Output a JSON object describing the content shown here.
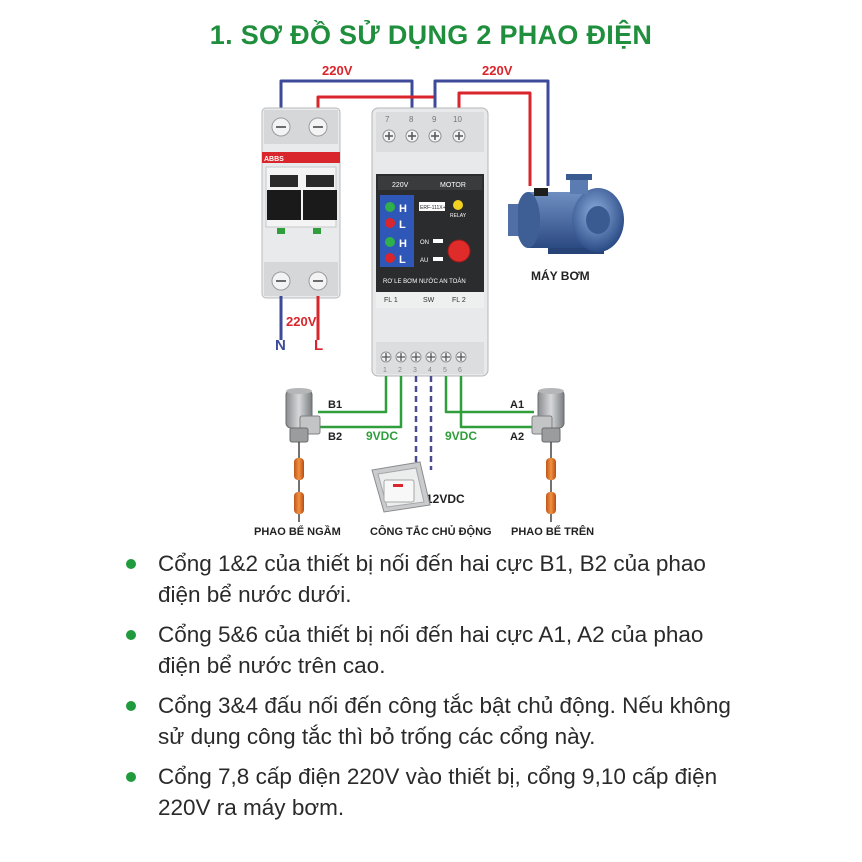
{
  "title": "1. SƠ ĐỒ SỬ DỤNG 2 PHAO ĐIỆN",
  "voltage": {
    "top_left": "220V",
    "top_right": "220V",
    "breaker_bottom": "220V",
    "left_low": "9VDC",
    "right_low": "9VDC",
    "switch": "12VDC"
  },
  "breaker": {
    "brand": "ABBS",
    "neutral": "N",
    "line": "L"
  },
  "relay": {
    "top_terminals": [
      "7",
      "8",
      "9",
      "10"
    ],
    "bottom_terminals": [
      "1",
      "2",
      "3",
      "4",
      "5",
      "6"
    ],
    "label_220v": "220V",
    "label_motor": "MOTOR",
    "model": "ERF-111X+",
    "relay_label": "RELAY",
    "led_h1": "H",
    "led_l1": "L",
    "led_h2": "H",
    "led_l2": "L",
    "on_label": "ON",
    "au_label": "AU",
    "product_name": "RƠ LE BƠM NƯỚC AN TOÀN",
    "fl1": "FL 1",
    "sw": "SW",
    "fl2": "FL 2"
  },
  "wires": {
    "b1": "B1",
    "b2": "B2",
    "a1": "A1",
    "a2": "A2"
  },
  "labels": {
    "pump": "MÁY BƠM",
    "float_lower": "PHAO BỂ NGẦM",
    "switch": "CÔNG TẮC CHỦ ĐỘNG",
    "float_upper": "PHAO BỂ TRÊN"
  },
  "colors": {
    "title_green": "#1f8f3d",
    "wire_red": "#d9252c",
    "wire_blue": "#3d4a9a",
    "wire_green": "#2f9e3b",
    "wire_navy": "#4a4d8c"
  },
  "notes": [
    "Cổng 1&2 của thiết bị nối đến hai cực B1, B2 của phao điện bể nước dưới.",
    "Cổng 5&6 của thiết bị nối đến hai cực A1, A2 của phao điện bể nước trên cao.",
    "Cổng 3&4 đấu nối đến công tắc bật chủ động. Nếu không sử dụng công tắc thì bỏ trống các cổng này.",
    "Cổng 7,8 cấp điện 220V vào thiết bị, cổng 9,10 cấp điện 220V ra máy bơm."
  ]
}
